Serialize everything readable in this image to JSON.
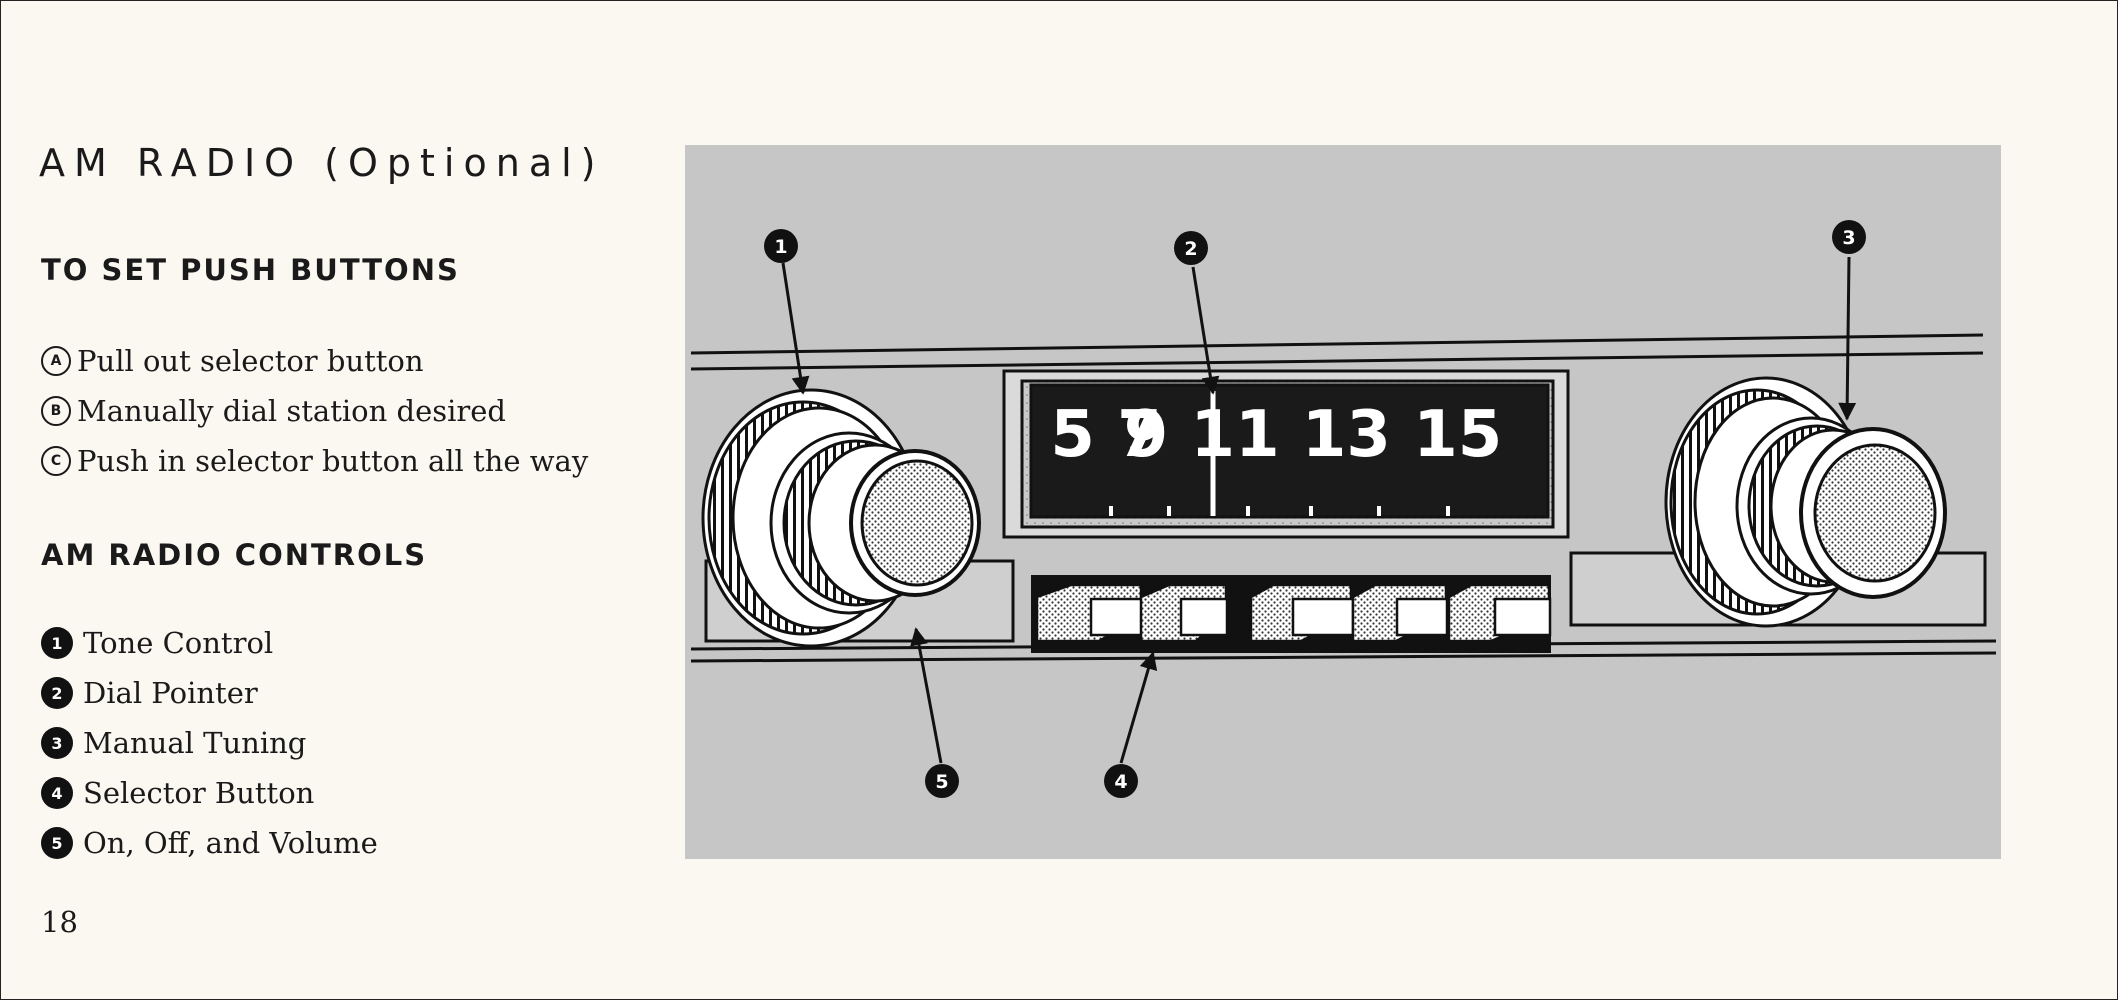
{
  "title": "AM RADIO (Optional)",
  "push_buttons": {
    "heading": "TO SET PUSH BUTTONS",
    "steps": [
      {
        "marker": "A",
        "text": "Pull out selector button"
      },
      {
        "marker": "B",
        "text": "Manually dial station desired"
      },
      {
        "marker": "C",
        "text": "Push in selector button all the way"
      }
    ]
  },
  "controls": {
    "heading": "AM RADIO CONTROLS",
    "items": [
      {
        "number": "1",
        "text": "Tone Control"
      },
      {
        "number": "2",
        "text": "Dial Pointer"
      },
      {
        "number": "3",
        "text": "Manual Tuning"
      },
      {
        "number": "4",
        "text": "Selector Button"
      },
      {
        "number": "5",
        "text": "On, Off, and Volume"
      }
    ]
  },
  "dial": {
    "left": "5 7",
    "right": "9 11 13 15"
  },
  "callouts": {
    "c1": "1",
    "c2": "2",
    "c3": "3",
    "c4": "4",
    "c5": "5"
  },
  "page_number": "18"
}
